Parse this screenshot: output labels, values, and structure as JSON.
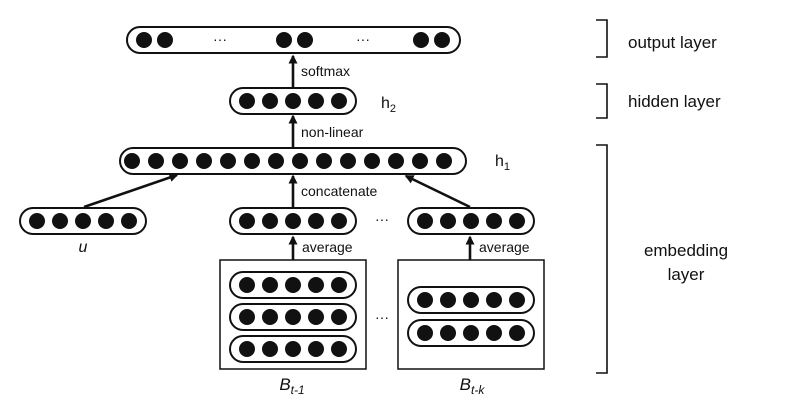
{
  "layers": {
    "output": "output layer",
    "hidden": "hidden layer",
    "embedding": "embedding",
    "embedding_2": "layer"
  },
  "nodes": {
    "h2": "h",
    "h2_sub": "2",
    "h1": "h",
    "h1_sub": "1",
    "u": "u",
    "bt1": "B",
    "bt1_sub": "t-1",
    "btk": "B",
    "btk_sub": "t-k"
  },
  "edges": {
    "softmax": "softmax",
    "nonlinear": "non-linear",
    "concatenate": "concatenate",
    "average_left": "average",
    "average_right": "average"
  },
  "ellipsis": "···"
}
